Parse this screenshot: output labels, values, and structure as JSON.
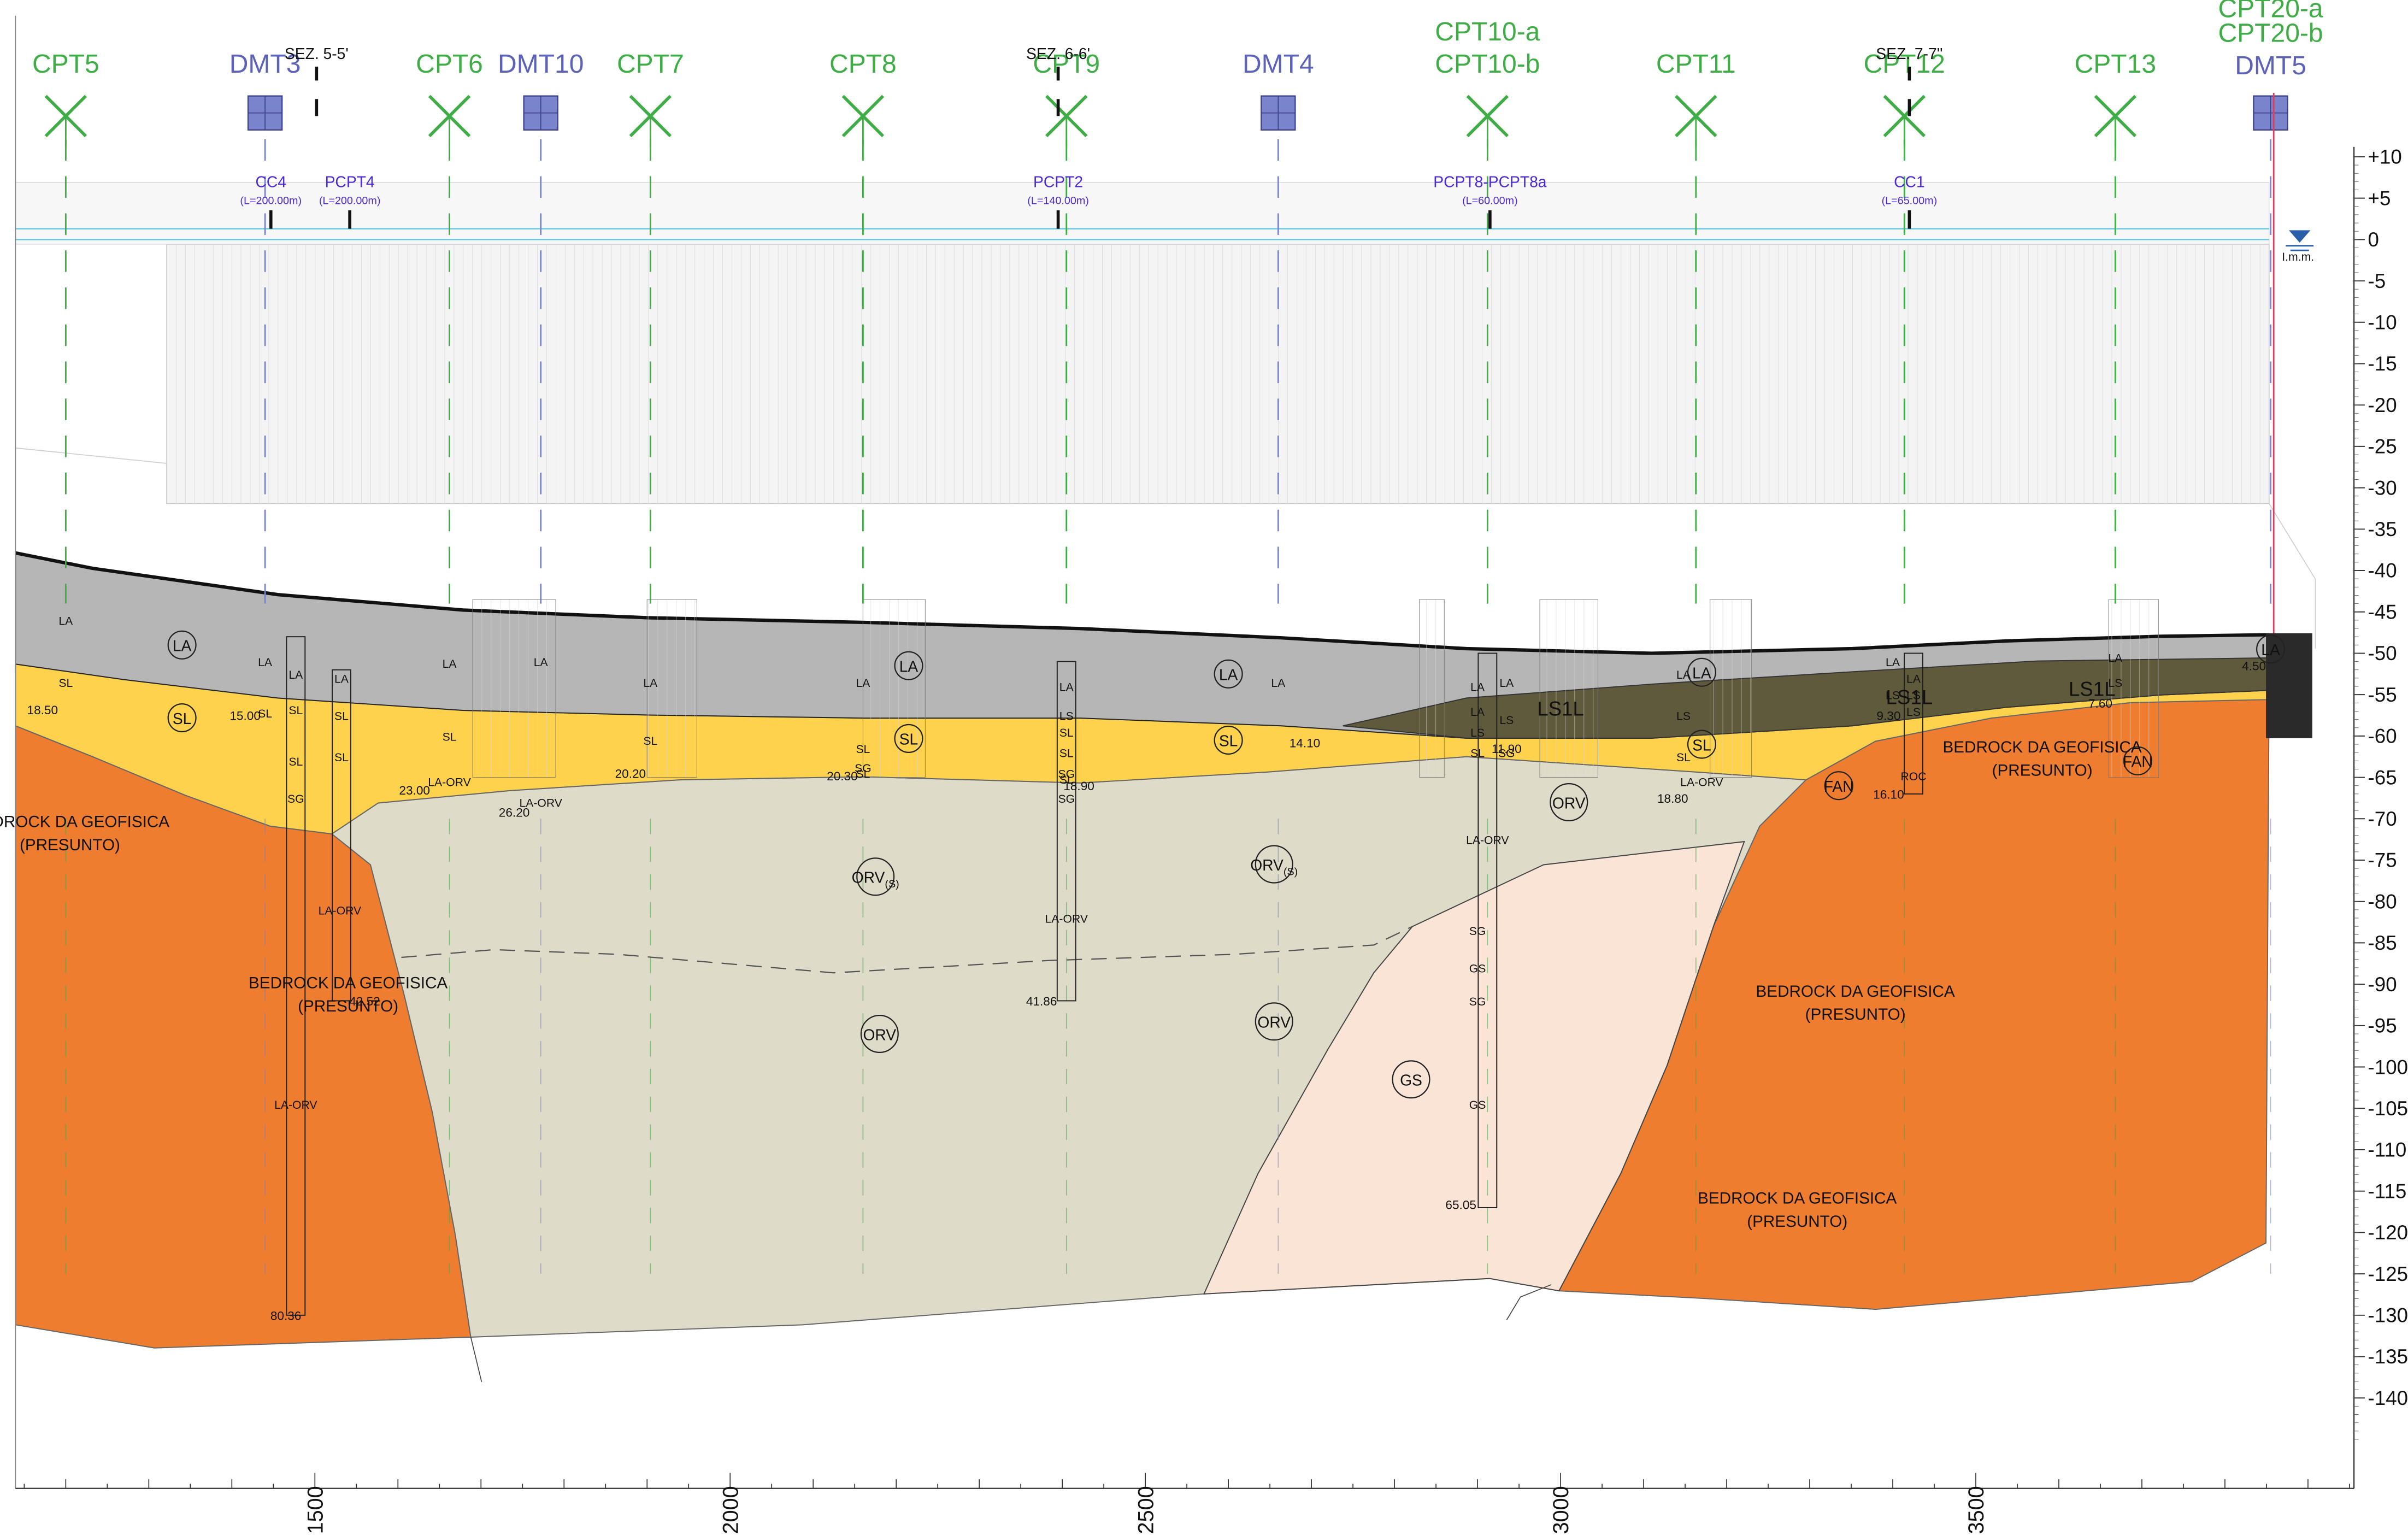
{
  "colors": {
    "bedrock": "#ee7d30",
    "orv": "#dedbc8",
    "gs": "#fae4d5",
    "sl": "#fed24d",
    "la": "#b3b3b3",
    "ls1l": "#5f5a3b",
    "water": "#5bc4e4",
    "marker": "#3fad45",
    "dmt": "#7a84cc",
    "pcpt": "#4b28d8",
    "fan": "#ee7d30"
  },
  "probes": [
    {
      "label": "CPT5",
      "kind": "cpt",
      "x_m": 1200
    },
    {
      "label": "DMT3",
      "kind": "dmt",
      "x_m": 1440
    },
    {
      "label": "CPT6",
      "kind": "cpt",
      "x_m": 1662
    },
    {
      "label": "DMT10",
      "kind": "dmt",
      "x_m": 1772
    },
    {
      "label": "CPT7",
      "kind": "cpt",
      "x_m": 1904
    },
    {
      "label": "CPT8",
      "kind": "cpt",
      "x_m": 2160
    },
    {
      "label": "CPT9",
      "kind": "cpt",
      "x_m": 2405
    },
    {
      "label": "DMT4",
      "kind": "dmt",
      "x_m": 2660
    },
    {
      "label": "CPT10-a",
      "label2": "CPT10-b",
      "kind": "cpt",
      "x_m": 2912
    },
    {
      "label": "CPT11",
      "kind": "cpt",
      "x_m": 3163
    },
    {
      "label": "CPT12",
      "kind": "cpt",
      "x_m": 3414
    },
    {
      "label": "CPT13",
      "kind": "cpt",
      "x_m": 3668
    },
    {
      "label": "CPT20-a",
      "label2": "CPT20-b",
      "label3": "DMT5",
      "kind": "dmt",
      "x_m": 3855
    }
  ],
  "sections": [
    {
      "label": "SEZ. 5-5'",
      "x_m": 1502
    },
    {
      "label": "SEZ. 6-6'",
      "x_m": 2395
    },
    {
      "label": "SEZ. 7-7''",
      "x_m": 3420
    }
  ],
  "pcpt_labels": [
    {
      "name": "CC4",
      "length": "(L=200.00m)",
      "x_m": 1447
    },
    {
      "name": "PCPT4",
      "length": "(L=200.00m)",
      "x_m": 1542
    },
    {
      "name": "PCPT2",
      "length": "(L=140.00m)",
      "x_m": 2395
    },
    {
      "name": "PCPT8-PCPT8a",
      "length": "(L=60.00m)",
      "x_m": 2915
    },
    {
      "name": "CC1",
      "length": "(L=65.00m)",
      "x_m": 3420
    }
  ],
  "unit_labels": [
    {
      "text": "LA",
      "x_m": 1340,
      "z": -49,
      "circled": true
    },
    {
      "text": "SL",
      "x_m": 1340,
      "z": -57.8,
      "circled": true
    },
    {
      "text": "LA",
      "x_m": 2215,
      "z": -51.5,
      "circled": true
    },
    {
      "text": "SL",
      "x_m": 2215,
      "z": -60.3,
      "circled": true
    },
    {
      "text": "LA",
      "x_m": 2600,
      "z": -52.5,
      "circled": true
    },
    {
      "text": "SL",
      "x_m": 2600,
      "z": -60.5,
      "circled": true
    },
    {
      "text": "LA",
      "x_m": 3170,
      "z": -52.3,
      "circled": true
    },
    {
      "text": "SL",
      "x_m": 3170,
      "z": -61,
      "circled": true
    },
    {
      "text": "LA",
      "x_m": 3855,
      "z": -49.5,
      "circled": true
    },
    {
      "text": "LS1L",
      "x_m": 3000,
      "z": -56.8,
      "circled": false
    },
    {
      "text": "LS1L",
      "x_m": 3420,
      "z": -55.4,
      "circled": false
    },
    {
      "text": "LS1L",
      "x_m": 3640,
      "z": -54.4,
      "circled": false
    },
    {
      "text": "ORV(S)",
      "x_m": 2175,
      "z": -77,
      "circled": true
    },
    {
      "text": "ORV(S)",
      "x_m": 2655,
      "z": -75.5,
      "circled": true
    },
    {
      "text": "ORV",
      "x_m": 3010,
      "z": -68,
      "circled": true
    },
    {
      "text": "ORV",
      "x_m": 2180,
      "z": -96,
      "circled": true
    },
    {
      "text": "ORV",
      "x_m": 2655,
      "z": -94.5,
      "circled": true
    },
    {
      "text": "GS",
      "x_m": 2820,
      "z": -101.5,
      "circled": true
    },
    {
      "text": "FAN",
      "x_m": 3335,
      "z": -66,
      "circled": true
    },
    {
      "text": "FAN",
      "x_m": 3695,
      "z": -63,
      "circled": true
    }
  ],
  "bedrock_labels": [
    {
      "line1": "BEDROCK DA GEOFISICA",
      "line2": "(PRESUNTO)",
      "x_m": 1205,
      "z": -71
    },
    {
      "line1": "BEDROCK DA GEOFISICA",
      "line2": "(PRESUNTO)",
      "x_m": 1540,
      "z": -90.5
    },
    {
      "line1": "BEDROCK DA GEOFISICA",
      "line2": "(PRESUNTO)",
      "x_m": 3580,
      "z": -62
    },
    {
      "line1": "BEDROCK DA GEOFISICA",
      "line2": "(PRESUNTO)",
      "x_m": 3355,
      "z": -91.5
    },
    {
      "line1": "BEDROCK DA GEOFISICA",
      "line2": "(PRESUNTO)",
      "x_m": 3285,
      "z": -116.5
    }
  ],
  "depth_labels": [
    {
      "text": "18.50",
      "x_m": 1172,
      "z": -56.8
    },
    {
      "text": "15.00",
      "x_m": 1416,
      "z": -57.5
    },
    {
      "text": "23.00",
      "x_m": 1620,
      "z": -66.5
    },
    {
      "text": "26.20",
      "x_m": 1740,
      "z": -69.2
    },
    {
      "text": "20.20",
      "x_m": 1880,
      "z": -64.5
    },
    {
      "text": "20.30",
      "x_m": 2135,
      "z": -64.8
    },
    {
      "text": "18.90",
      "x_m": 2420,
      "z": -66
    },
    {
      "text": "14.10",
      "x_m": 2692,
      "z": -60.8
    },
    {
      "text": "11.90",
      "x_m": 2935,
      "z": -61.5
    },
    {
      "text": "18.80",
      "x_m": 3135,
      "z": -67.5
    },
    {
      "text": "9.30",
      "x_m": 3395,
      "z": -57.5
    },
    {
      "text": "16.10",
      "x_m": 3395,
      "z": -67
    },
    {
      "text": "7.60",
      "x_m": 3650,
      "z": -56
    },
    {
      "text": "4.50",
      "x_m": 3835,
      "z": -51.5
    },
    {
      "text": "42.52",
      "x_m": 1560,
      "z": -92
    },
    {
      "text": "41.86",
      "x_m": 2375,
      "z": -92
    },
    {
      "text": "65.05",
      "x_m": 2880,
      "z": -116.6
    },
    {
      "text": "80.36",
      "x_m": 1465,
      "z": -130
    }
  ],
  "log_codes": [
    {
      "text": "LA",
      "x_m": 1200,
      "z": -46
    },
    {
      "text": "SL",
      "x_m": 1200,
      "z": -53.5
    },
    {
      "text": "LA",
      "x_m": 1440,
      "z": -51
    },
    {
      "text": "SL",
      "x_m": 1440,
      "z": -57.2
    },
    {
      "text": "LA",
      "x_m": 1477,
      "z": -52.5
    },
    {
      "text": "SL",
      "x_m": 1477,
      "z": -56.8
    },
    {
      "text": "SL",
      "x_m": 1477,
      "z": -63
    },
    {
      "text": "SG",
      "x_m": 1477,
      "z": -67.5
    },
    {
      "text": "LA",
      "x_m": 1532,
      "z": -53
    },
    {
      "text": "SL",
      "x_m": 1532,
      "z": -57.5
    },
    {
      "text": "SL",
      "x_m": 1532,
      "z": -62.5
    },
    {
      "text": "LA-ORV",
      "x_m": 1530,
      "z": -81
    },
    {
      "text": "LA-ORV",
      "x_m": 1477,
      "z": -104.5
    },
    {
      "text": "LA",
      "x_m": 1662,
      "z": -51.2
    },
    {
      "text": "SL",
      "x_m": 1662,
      "z": -60
    },
    {
      "text": "LA-ORV",
      "x_m": 1662,
      "z": -65.5
    },
    {
      "text": "LA-ORV",
      "x_m": 1772,
      "z": -68
    },
    {
      "text": "LA",
      "x_m": 1772,
      "z": -51
    },
    {
      "text": "LA",
      "x_m": 1904,
      "z": -53.5
    },
    {
      "text": "SL",
      "x_m": 1904,
      "z": -60.5
    },
    {
      "text": "LA",
      "x_m": 2160,
      "z": -53.5
    },
    {
      "text": "SL",
      "x_m": 2160,
      "z": -61.5
    },
    {
      "text": "SG",
      "x_m": 2160,
      "z": -63.8
    },
    {
      "text": "SL",
      "x_m": 2160,
      "z": -64.5
    },
    {
      "text": "LA",
      "x_m": 2405,
      "z": -54
    },
    {
      "text": "LS",
      "x_m": 2405,
      "z": -57.5
    },
    {
      "text": "SL",
      "x_m": 2405,
      "z": -59.5
    },
    {
      "text": "SL",
      "x_m": 2405,
      "z": -62
    },
    {
      "text": "SG",
      "x_m": 2405,
      "z": -64.5
    },
    {
      "text": "SL",
      "x_m": 2405,
      "z": -65.2
    },
    {
      "text": "SG",
      "x_m": 2405,
      "z": -67.5
    },
    {
      "text": "LA-ORV",
      "x_m": 2405,
      "z": -82
    },
    {
      "text": "LA",
      "x_m": 2660,
      "z": -53.5
    },
    {
      "text": "LA",
      "x_m": 2935,
      "z": -53.5
    },
    {
      "text": "LA",
      "x_m": 2900,
      "z": -54
    },
    {
      "text": "LS",
      "x_m": 2935,
      "z": -58
    },
    {
      "text": "LA",
      "x_m": 2900,
      "z": -57
    },
    {
      "text": "LS",
      "x_m": 2900,
      "z": -59.5
    },
    {
      "text": "SL",
      "x_m": 2900,
      "z": -62
    },
    {
      "text": "SG",
      "x_m": 2935,
      "z": -62
    },
    {
      "text": "LA-ORV",
      "x_m": 2912,
      "z": -72.5
    },
    {
      "text": "SG",
      "x_m": 2900,
      "z": -83.5
    },
    {
      "text": "GS",
      "x_m": 2900,
      "z": -88
    },
    {
      "text": "SG",
      "x_m": 2900,
      "z": -92
    },
    {
      "text": "GS",
      "x_m": 2900,
      "z": -104.5
    },
    {
      "text": "LA",
      "x_m": 3148,
      "z": -52.5
    },
    {
      "text": "LS",
      "x_m": 3148,
      "z": -57.5
    },
    {
      "text": "SL",
      "x_m": 3148,
      "z": -62.5
    },
    {
      "text": "LA-ORV",
      "x_m": 3170,
      "z": -65.5
    },
    {
      "text": "LA",
      "x_m": 3400,
      "z": -51
    },
    {
      "text": "LA",
      "x_m": 3425,
      "z": -53
    },
    {
      "text": "LS",
      "x_m": 3400,
      "z": -55
    },
    {
      "text": "LS",
      "x_m": 3425,
      "z": -57
    },
    {
      "text": "LS",
      "x_m": 3425,
      "z": -55
    },
    {
      "text": "ROC",
      "x_m": 3425,
      "z": -64.8
    },
    {
      "text": "LA",
      "x_m": 3668,
      "z": -50.5
    },
    {
      "text": "LS",
      "x_m": 3668,
      "z": -53.5
    },
    {
      "text": "I.m.m.",
      "x_m": 3888,
      "z": -2
    }
  ],
  "axis": {
    "x_ticks": [
      1500,
      2000,
      2500,
      3000,
      3500
    ],
    "x_min": 1140,
    "x_max": 3950,
    "z_ticks": [
      10,
      5,
      0,
      -5,
      -10,
      -15,
      -20,
      -25,
      -30,
      -35,
      -40,
      -45,
      -50,
      -55,
      -60,
      -65,
      -70,
      -75,
      -80,
      -85,
      -90,
      -95,
      -100,
      -105,
      -110,
      -115,
      -120,
      -125,
      -130,
      -135,
      -140
    ],
    "z_tick_labels": [
      "+10",
      "+5",
      "0",
      "-5",
      "-10",
      "-15",
      "-20",
      "-25",
      "-30",
      "-35",
      "-40",
      "-45",
      "-50",
      "-55",
      "-60",
      "-65",
      "-70",
      "-75",
      "-80",
      "-85",
      "-90",
      "-95",
      "-100",
      "-105",
      "-110",
      "-115",
      "-120",
      "-125",
      "-130",
      "-135",
      "-140"
    ],
    "z_min": -152,
    "z_max": 29
  }
}
